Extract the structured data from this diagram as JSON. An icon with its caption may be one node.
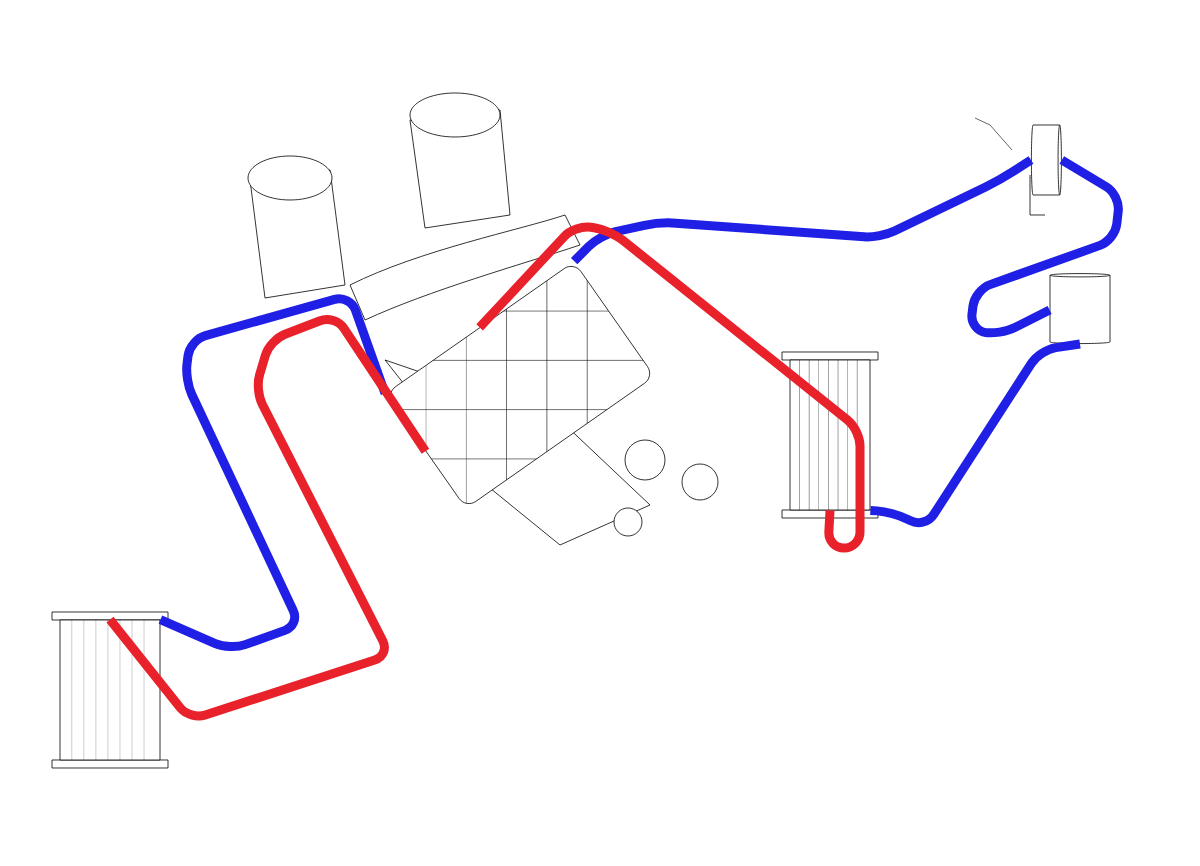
{
  "diagram": {
    "nodes": [
      {
        "text": [],
        "shape": "picture"
      },
      {
        "text": [],
        "shape": "picture"
      },
      {
        "text": [],
        "shape": "picture"
      },
      {
        "text": [],
        "shape": "cylinder"
      },
      {
        "text": [],
        "shape": "cylinder"
      }
    ],
    "edges": [
      {
        "from": 1,
        "to": 0,
        "arrow": "none",
        "color": "#1f1fe6"
      },
      {
        "from": 0,
        "to": 4,
        "arrow": "none",
        "color": "#1f1fe6"
      },
      {
        "from": 4,
        "to": 3,
        "arrow": "none",
        "color": "#1f1fe6"
      },
      {
        "from": 3,
        "to": 2,
        "arrow": "none",
        "color": "#1f1fe6"
      },
      {
        "from": 1,
        "to": 0,
        "arrow": "none",
        "color": "#e8212a"
      },
      {
        "from": 0,
        "to": 2,
        "arrow": "none",
        "color": "#e8212a"
      }
    ]
  }
}
